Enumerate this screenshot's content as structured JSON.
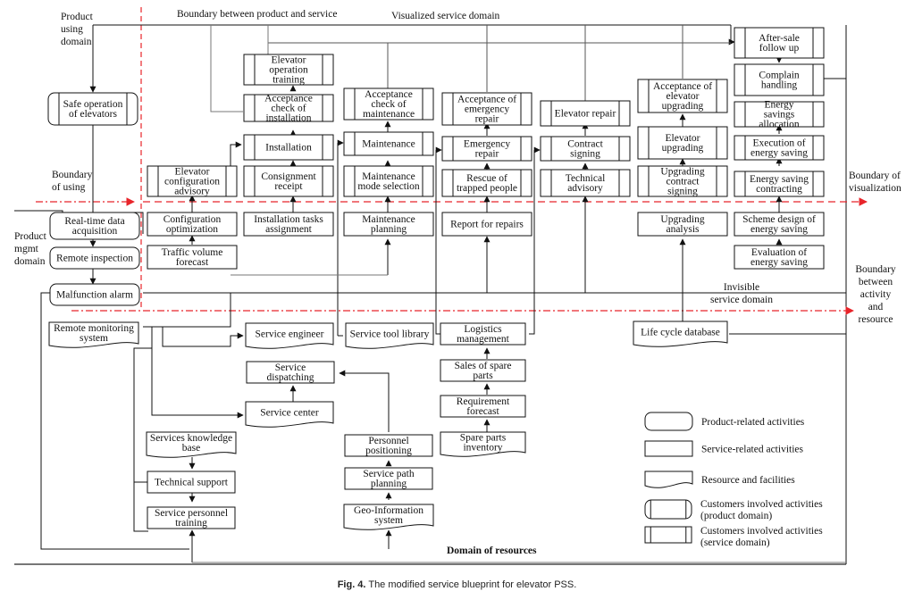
{
  "figure": {
    "caption_prefix": "Fig. 4.",
    "caption_text": "The modified service blueprint for elevator PSS."
  },
  "labels": {
    "product_using_domain": [
      "Product",
      "using",
      "domain"
    ],
    "boundary_product_service": "Boundary between  product and service",
    "visualized_service_domain": "Visualized service domain",
    "boundary_of_using": [
      "Boundary",
      "of using"
    ],
    "product_mgmt_domain": [
      "Product",
      "mgmt",
      "domain"
    ],
    "boundary_of_visualization": [
      "Boundary of",
      "visualization"
    ],
    "boundary_activity_resource": [
      "Boundary",
      "between",
      "activity",
      "and",
      "resource"
    ],
    "invisible_service_domain": [
      "Invisible",
      "service domain"
    ],
    "domain_of_resources": "Domain of resources"
  },
  "colors": {
    "line": "#111111",
    "gray_line": "#777777",
    "boundary_red": "#e8242a"
  },
  "nodes": [
    {
      "id": "safe-operation",
      "type": "customer-product",
      "lines": [
        "Safe operation",
        "of elevators"
      ]
    },
    {
      "id": "realtime-data",
      "type": "product",
      "lines": [
        "Real-time data",
        "acquisition"
      ]
    },
    {
      "id": "remote-inspection",
      "type": "product",
      "lines": [
        "Remote inspection"
      ]
    },
    {
      "id": "malfunction-alarm",
      "type": "product",
      "lines": [
        "Malfunction alarm"
      ]
    },
    {
      "id": "elevator-config-advisory",
      "type": "customer-service",
      "lines": [
        "Elevator",
        "configuration",
        "advisory"
      ]
    },
    {
      "id": "config-optimization",
      "type": "service",
      "lines": [
        "Configuration",
        "optimization"
      ]
    },
    {
      "id": "traffic-forecast",
      "type": "service",
      "lines": [
        "Traffic volume",
        "forecast"
      ]
    },
    {
      "id": "elevator-op-training",
      "type": "customer-service",
      "lines": [
        "Elevator",
        "operation",
        "training"
      ]
    },
    {
      "id": "acceptance-installation",
      "type": "customer-service",
      "lines": [
        "Acceptance",
        "check of",
        "installation"
      ]
    },
    {
      "id": "installation",
      "type": "customer-service",
      "lines": [
        "Installation"
      ]
    },
    {
      "id": "consignment-receipt",
      "type": "customer-service",
      "lines": [
        "Consignment",
        "receipt"
      ]
    },
    {
      "id": "installation-tasks",
      "type": "service",
      "lines": [
        "Installation tasks",
        "assignment"
      ]
    },
    {
      "id": "acceptance-maintenance",
      "type": "customer-service",
      "lines": [
        "Acceptance",
        "check of",
        "maintenance"
      ]
    },
    {
      "id": "maintenance",
      "type": "customer-service",
      "lines": [
        "Maintenance"
      ]
    },
    {
      "id": "maintenance-mode",
      "type": "customer-service",
      "lines": [
        "Maintenance",
        "mode selection"
      ]
    },
    {
      "id": "maintenance-planning",
      "type": "service",
      "lines": [
        "Maintenance",
        "planning"
      ]
    },
    {
      "id": "acceptance-emergency",
      "type": "customer-service",
      "lines": [
        "Acceptance  of",
        "emergency",
        "repair"
      ]
    },
    {
      "id": "emergency-repair",
      "type": "customer-service",
      "lines": [
        "Emergency",
        "repair"
      ]
    },
    {
      "id": "rescue-trapped",
      "type": "customer-service",
      "lines": [
        "Rescue of",
        "trapped people"
      ]
    },
    {
      "id": "report-repairs",
      "type": "service",
      "lines": [
        "Report for repairs"
      ]
    },
    {
      "id": "elevator-repair",
      "type": "customer-service",
      "lines": [
        "Elevator repair"
      ]
    },
    {
      "id": "contract-signing",
      "type": "customer-service",
      "lines": [
        "Contract",
        "signing"
      ]
    },
    {
      "id": "technical-advisory",
      "type": "customer-service",
      "lines": [
        "Technical",
        "advisory"
      ]
    },
    {
      "id": "acceptance-upgrading",
      "type": "customer-service",
      "lines": [
        "Acceptance of",
        "elevator",
        "upgrading"
      ]
    },
    {
      "id": "elevator-upgrading",
      "type": "customer-service",
      "lines": [
        "Elevator",
        "upgrading"
      ]
    },
    {
      "id": "upgrading-contract",
      "type": "customer-service",
      "lines": [
        "Upgrading",
        "contract",
        "signing"
      ]
    },
    {
      "id": "upgrading-analysis",
      "type": "service",
      "lines": [
        "Upgrading",
        "analysis"
      ]
    },
    {
      "id": "after-sale",
      "type": "customer-service",
      "lines": [
        "After-sale",
        "follow up"
      ]
    },
    {
      "id": "complain-handling",
      "type": "customer-service",
      "lines": [
        "Complain",
        "handling"
      ]
    },
    {
      "id": "energy-allocation",
      "type": "customer-service",
      "lines": [
        "Energy",
        "savings",
        "allocation"
      ]
    },
    {
      "id": "energy-execution",
      "type": "customer-service",
      "lines": [
        "Execution of",
        "energy saving"
      ]
    },
    {
      "id": "energy-contracting",
      "type": "customer-service",
      "lines": [
        "Energy saving",
        "contracting"
      ]
    },
    {
      "id": "energy-scheme",
      "type": "service",
      "lines": [
        "Scheme design of",
        "energy saving"
      ]
    },
    {
      "id": "energy-evaluation",
      "type": "service",
      "lines": [
        "Evaluation of",
        "energy saving"
      ]
    },
    {
      "id": "remote-monitoring",
      "type": "resource",
      "lines": [
        "Remote monitoring",
        "system"
      ]
    },
    {
      "id": "service-engineer",
      "type": "resource",
      "lines": [
        "Service engineer"
      ]
    },
    {
      "id": "service-tool-library",
      "type": "resource",
      "lines": [
        "Service tool library"
      ]
    },
    {
      "id": "service-dispatching",
      "type": "service",
      "lines": [
        "Service",
        "dispatching"
      ]
    },
    {
      "id": "service-center",
      "type": "resource",
      "lines": [
        "Service center"
      ]
    },
    {
      "id": "logistics",
      "type": "service",
      "lines": [
        "Logistics",
        "management"
      ]
    },
    {
      "id": "sales-spare",
      "type": "service",
      "lines": [
        "Sales of spare",
        "parts"
      ]
    },
    {
      "id": "requirement-forecast",
      "type": "service",
      "lines": [
        "Requirement",
        "forecast"
      ]
    },
    {
      "id": "spare-inventory",
      "type": "resource",
      "lines": [
        "Spare parts",
        "inventory"
      ]
    },
    {
      "id": "knowledge-base",
      "type": "resource",
      "lines": [
        "Services knowledge",
        "base"
      ]
    },
    {
      "id": "technical-support",
      "type": "service",
      "lines": [
        "Technical support"
      ]
    },
    {
      "id": "personnel-training",
      "type": "service",
      "lines": [
        "Service personnel",
        "training"
      ]
    },
    {
      "id": "personnel-positioning",
      "type": "service",
      "lines": [
        "Personnel",
        "positioning"
      ]
    },
    {
      "id": "service-path",
      "type": "service",
      "lines": [
        "Service path",
        "planning"
      ]
    },
    {
      "id": "geo-info",
      "type": "resource",
      "lines": [
        "Geo-Information",
        "system"
      ]
    },
    {
      "id": "lifecycle-db",
      "type": "resource",
      "lines": [
        "Life cycle database"
      ]
    }
  ],
  "legend": [
    {
      "type": "product",
      "lines": [
        "Product-related activities"
      ]
    },
    {
      "type": "service",
      "lines": [
        "Service-related activities"
      ]
    },
    {
      "type": "resource",
      "lines": [
        "Resource and facilities"
      ]
    },
    {
      "type": "customer-product",
      "lines": [
        "Customers involved activities",
        "(product domain)"
      ]
    },
    {
      "type": "customer-service",
      "lines": [
        "Customers involved activities",
        "(service domain)"
      ]
    }
  ]
}
